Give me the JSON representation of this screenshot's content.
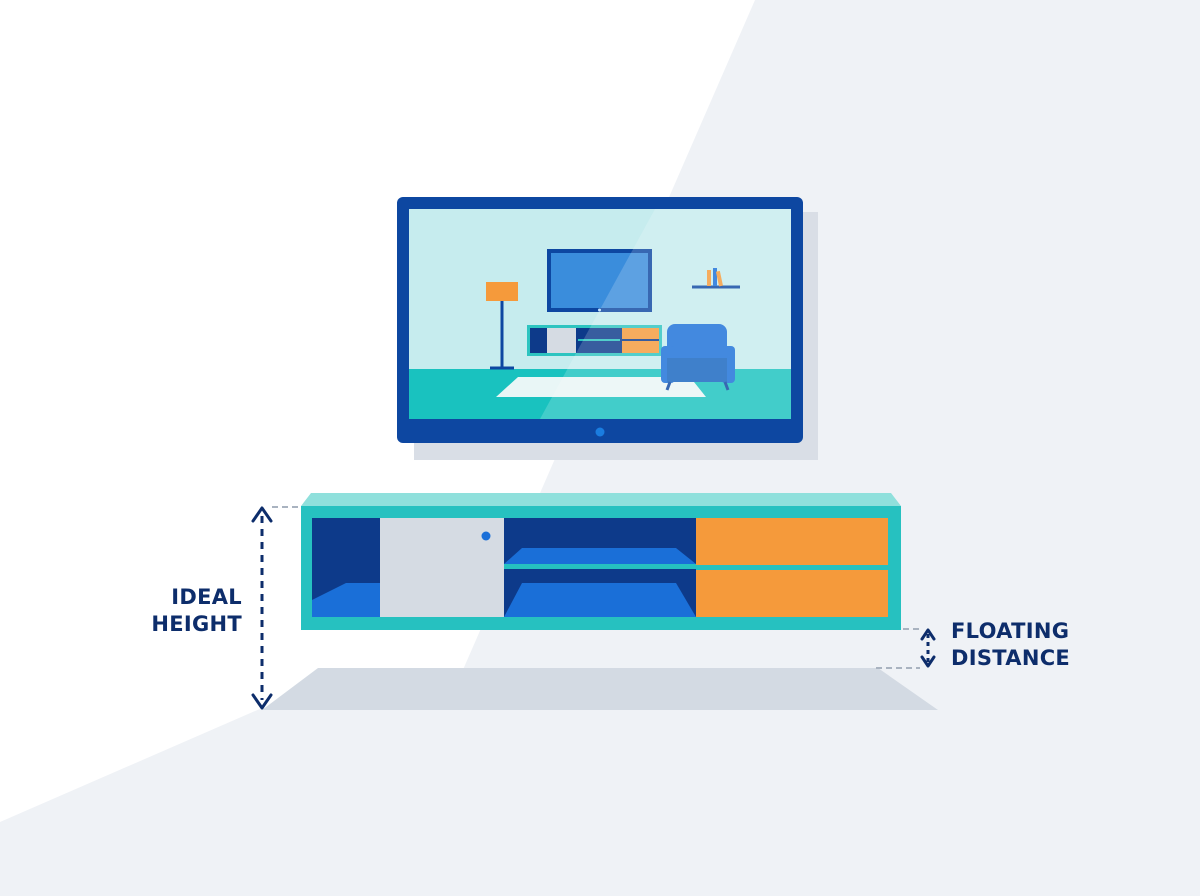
{
  "colors": {
    "background": "#ffffff",
    "wall_panel": "#eff2f6",
    "floor_shadow": "#d3dae3",
    "tv_frame": "#0d47a1",
    "tv_screen": "#b6e6e8",
    "console_frame": "#26c1c0",
    "console_top": "#8fe0dc",
    "cavity_dark": "#0d3a8a",
    "shelf_blue": "#1a6fd8",
    "door_light": "#d5dbe3",
    "drawer_orange": "#f59a3b",
    "label_text": "#0d2d6b",
    "dimension_line": "#0d2d6b",
    "guide_line": "#a9b3c0"
  },
  "labels": {
    "ideal_height": [
      "IDEAL",
      "HEIGHT"
    ],
    "floating_distance": [
      "FLOATING",
      "DISTANCE"
    ]
  },
  "icons": {
    "tv": "tv-icon",
    "room_tv": "room-tv-icon",
    "floor_lamp": "floor-lamp-icon",
    "armchair": "armchair-icon",
    "books_shelf": "books-shelf-icon",
    "console": "floating-console-icon",
    "arrow": "double-arrow-icon"
  }
}
